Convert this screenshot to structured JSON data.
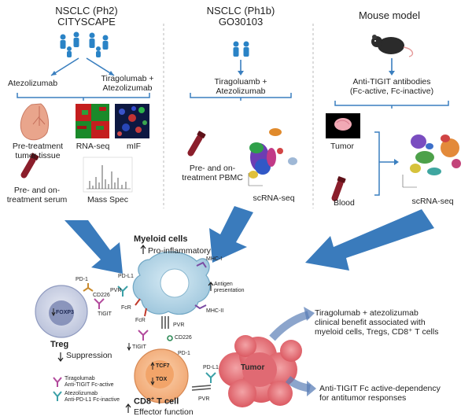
{
  "col1": {
    "title1": "NSCLC (Ph2)",
    "title2": "CITYSCAPE",
    "arm1": "Atezolizumab",
    "arm2a": "Tiragolumab +",
    "arm2b": "Atezolizumab",
    "tissue1": "Pre-treatment",
    "tissue2": "tumor tissue",
    "rnaseq": "RNA-seq",
    "mif": "mIF",
    "serum1": "Pre- and on-",
    "serum2": "treatment serum",
    "massspec": "Mass Spec"
  },
  "col2": {
    "title1": "NSCLC (Ph1b)",
    "title2": "GO30103",
    "treat1": "Tiragoluamb +",
    "treat2": "Atezolizumab",
    "pbmc1": "Pre- and on-",
    "pbmc2": "treatment PBMC",
    "scrna": "scRNA-seq"
  },
  "col3": {
    "title": "Mouse model",
    "ab1": "Anti-TIGIT antibodies",
    "ab2": "(Fc-active, Fc-inactive)",
    "tumor": "Tumor",
    "blood": "Blood",
    "scrna": "scRNA-seq"
  },
  "mech": {
    "myeloid": "Myeloid cells",
    "proinflam": "Pro-inflammatory",
    "mhc1": "MHC-I",
    "antigen1": "Antigen",
    "antigen2": "presentation",
    "mhc2": "MHC-II",
    "pd1a": "PD-1",
    "pdl1a": "PD-L1",
    "pvr1": "PVR",
    "cd226a": "CD226",
    "tigit1": "TIGIT",
    "fcr1": "FcR",
    "fcr2": "FcR",
    "foxp3": "FOXP3",
    "treg": "Treg",
    "suppression": "Suppression",
    "pvr2": "PVR",
    "cd226b": "CD226",
    "tigit2": "TIGIT",
    "pd1b": "PD-1",
    "tcf7": "TCF7",
    "tox": "TOX",
    "cd8": "CD8",
    "cd8sup": "+",
    "cd8rest": " T cell",
    "effector": "Effector function",
    "pdl1b": "PD-L1",
    "pvr3": "PVR",
    "tumor": "Tumor",
    "legend1a": "Tiragolumab",
    "legend1b": "Anti-TIGIT Fc-active",
    "legend2a": "Atezolizumab",
    "legend2b": "Anti-PD-L1 Fc-inactive"
  },
  "conclusions": {
    "c1a": "Tiragolumab + atezolizumab",
    "c1b": "clinical benefit associated with",
    "c1c": "myeloid cells, Tregs, CD8⁺ T cells",
    "c2a": "Anti-TIGIT Fc active-dependency",
    "c2b": "for antitumor responses"
  },
  "colors": {
    "arrow_blue": "#2f74b8",
    "line_blue": "#3a7fbf",
    "myeloid": "#a9cde0",
    "treg": "#cdd3e6",
    "cd8": "#f6b98a",
    "tumor": "#e8737a",
    "blood_tube": "#8b1e2b"
  }
}
